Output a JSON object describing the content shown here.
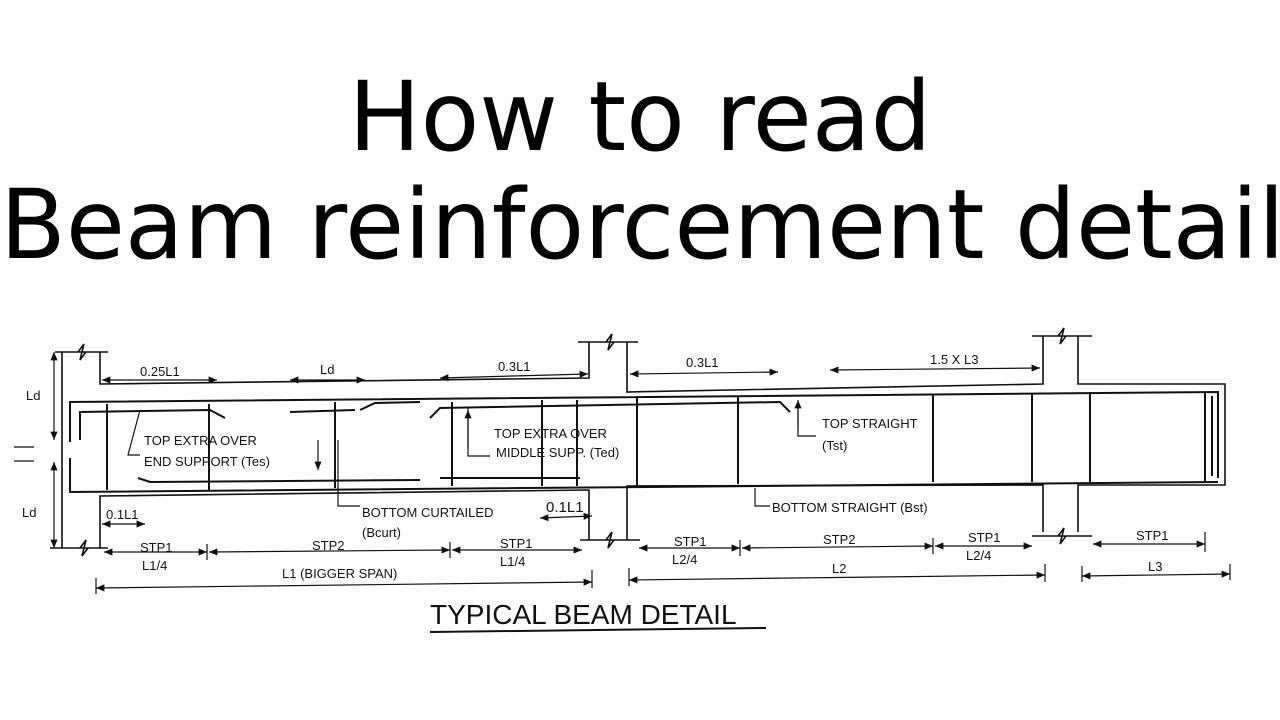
{
  "title": {
    "line1": "How to read",
    "line2": "Beam reinforcement details"
  },
  "drawing": {
    "caption": "TYPICAL BEAM DETAIL",
    "dimensions": {
      "ld_top_left": "Ld",
      "ld_bottom_left": "Ld",
      "d_025l1": "0.25L1",
      "d_ld_mid": "Ld",
      "d_03l1_left": "0.3L1",
      "d_03l1_right": "0.3L1",
      "d_15xl3": "1.5 X L3",
      "d_01l1_left": "0.1L1",
      "d_01l1_right": "0.1L1"
    },
    "labels": {
      "top_extra_end_1": "TOP EXTRA OVER",
      "top_extra_end_2": "END SUPPORT (Tes)",
      "top_extra_mid_1": "TOP EXTRA OVER",
      "top_extra_mid_2": "MIDDLE SUPP. (Ted)",
      "top_straight_1": "TOP STRAIGHT",
      "top_straight_2": "(Tst)",
      "bottom_curtailed_1": "BOTTOM CURTAILED",
      "bottom_curtailed_2": "(Bcurt)",
      "bottom_straight": "BOTTOM STRAIGHT (Bst)"
    },
    "stirrup_zones": [
      {
        "zone": "STP1",
        "length": "L1/4"
      },
      {
        "zone": "STP2",
        "length": ""
      },
      {
        "zone": "STP1",
        "length": "L1/4"
      },
      {
        "zone": "STP1",
        "length": "L2/4"
      },
      {
        "zone": "STP2",
        "length": ""
      },
      {
        "zone": "STP1",
        "length": "L2/4"
      },
      {
        "zone": "STP1",
        "length": ""
      }
    ],
    "spans": {
      "l1": "L1 (BIGGER SPAN)",
      "l2": "L2",
      "l3": "L3"
    }
  }
}
